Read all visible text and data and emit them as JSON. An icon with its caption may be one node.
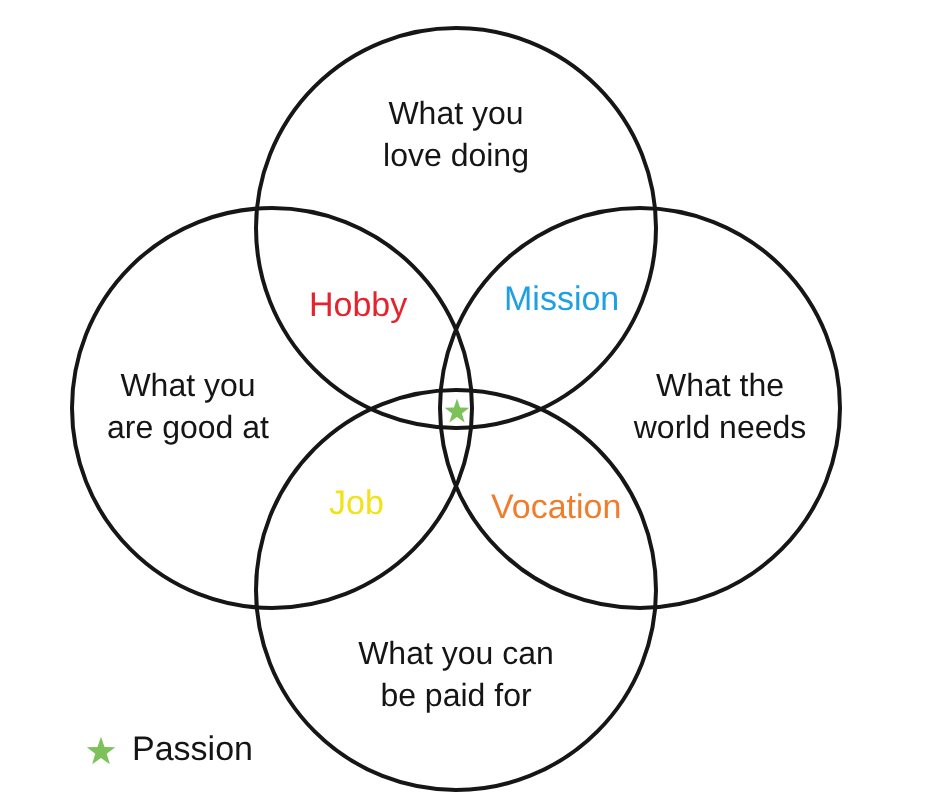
{
  "diagram": {
    "nodes": [
      {
        "text": [
          "What you love doing"
        ]
      },
      {
        "text": [
          "What you are good at"
        ]
      },
      {
        "text": [
          "What the world needs"
        ]
      },
      {
        "text": [
          "What you can be paid for"
        ]
      }
    ],
    "edges": [],
    "labels": [
      "Hobby",
      "Mission",
      "Job",
      "Vocation"
    ],
    "legend": [
      {
        "text": "Passion"
      }
    ]
  }
}
